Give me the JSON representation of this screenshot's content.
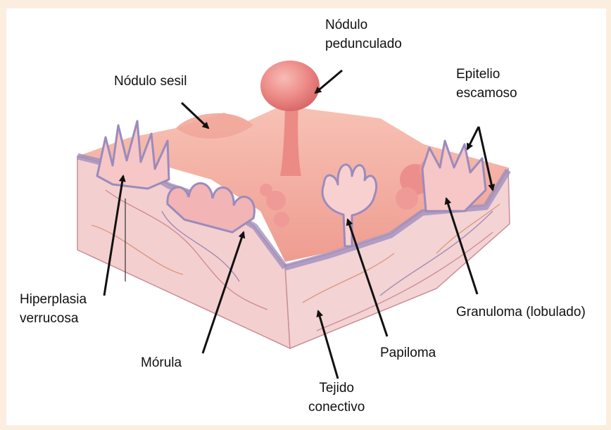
{
  "labels": {
    "nodulo_pedunculado": [
      "Nódulo",
      "pedunculado"
    ],
    "nodulo_sesil": "Nódulo sesil",
    "epitelio_escamoso": [
      "Epitelio",
      "escamoso"
    ],
    "hiperplasia_verrucosa": [
      "Hiperplasia",
      "verrucosa"
    ],
    "morula": "Mórula",
    "papiloma": "Papiloma",
    "granuloma": "Granuloma (lobulado)",
    "tejido_conectivo": [
      "Tejido",
      "conectivo"
    ]
  },
  "colors": {
    "background": "#fbeedf",
    "panel": "#ffffff",
    "surface": "#f2a79b",
    "tissue_side": "#f4cfd0",
    "epithelium": "#9b8bbd",
    "nodule": "#ec8a86",
    "arrow": "#111111"
  }
}
